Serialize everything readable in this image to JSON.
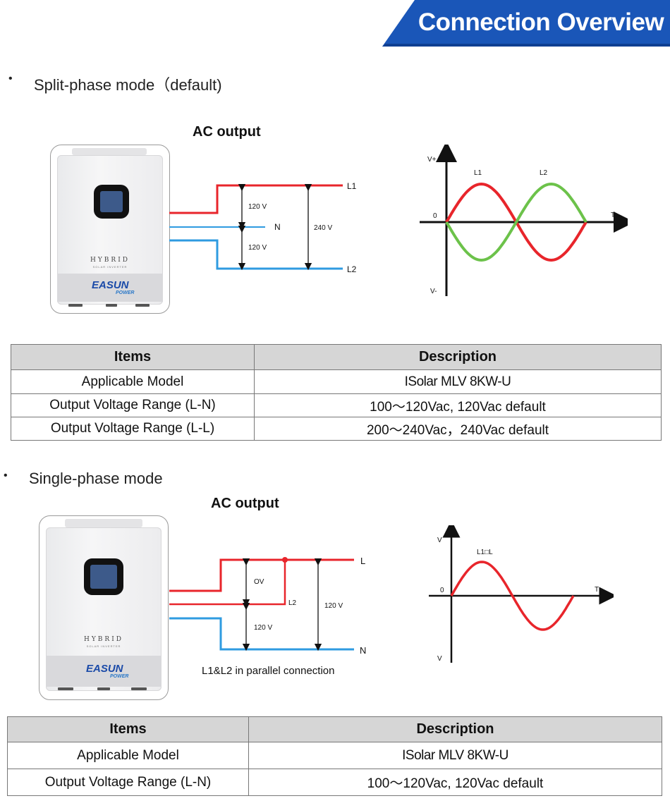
{
  "banner": {
    "title": "Connection Overview",
    "color": "#1a56b8"
  },
  "section1": {
    "bullet": "Split-phase mode（default)",
    "ac_output": "AC output",
    "wiring": {
      "l1": "L1",
      "n": "N",
      "l2": "L2",
      "v_l1_n": "120 V",
      "v_n_l2": "120 V",
      "v_l1_l2": "240 V"
    },
    "waveform": {
      "v_plus": "V+",
      "v_minus": "V-",
      "zero": "0",
      "t": "T",
      "l1": "L1",
      "l2": "L2"
    },
    "table": {
      "headers": [
        "Items",
        "Description"
      ],
      "rows": [
        [
          "Applicable Model",
          "ISolar MLV 8KW-U"
        ],
        [
          "Output Voltage Range (L-N)",
          "100～120Vac, 120Vac default"
        ],
        [
          "Output Voltage Range (L-L)",
          "200～240Vac，240Vac default"
        ]
      ]
    }
  },
  "section2": {
    "bullet": "Single-phase mode",
    "ac_output": "AC output",
    "wiring": {
      "l": "L",
      "l2": "L2",
      "n": "N",
      "v_top": "OV",
      "v_bottom": "120 V",
      "v_total": "120 V",
      "caption": "L1&L2 in parallel connection"
    },
    "waveform": {
      "v_top": "V",
      "v_bottom": "V",
      "zero": "0",
      "t": "T",
      "label": "L1□L"
    },
    "table": {
      "headers": [
        "Items",
        "Description"
      ],
      "rows": [
        [
          "Applicable Model",
          "ISolar MLV 8KW-U"
        ],
        [
          "Output Voltage Range (L-N)",
          "100～120Vac, 120Vac default"
        ]
      ]
    }
  },
  "inverter": {
    "hybrid": "HYBRID",
    "sub": "SOLAR INVERTER",
    "logo": "EASUN",
    "logo_sub": "POWER"
  },
  "colors": {
    "red": "#e8252b",
    "blue": "#2f9be0",
    "green": "#6cc24a"
  }
}
